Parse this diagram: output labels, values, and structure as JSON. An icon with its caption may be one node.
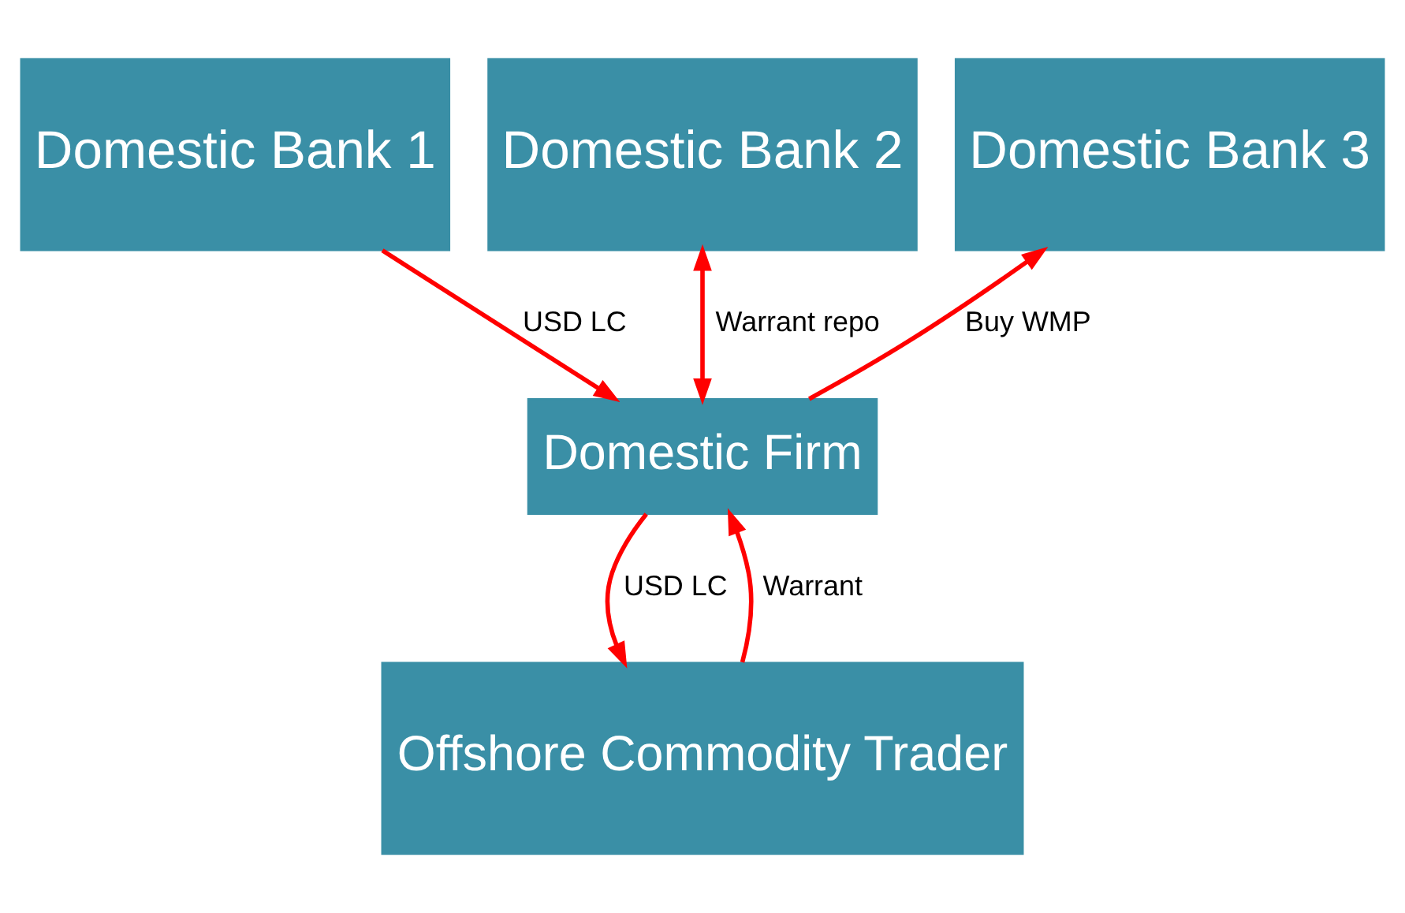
{
  "diagram": {
    "nodes": [
      {
        "text": [
          "Domestic Bank 1"
        ]
      },
      {
        "text": [
          "Domestic Bank 2"
        ]
      },
      {
        "text": [
          "Domestic Bank 3"
        ]
      },
      {
        "text": [
          "Domestic Firm"
        ]
      },
      {
        "text": [
          "Offshore Commodity Trader"
        ]
      }
    ],
    "edges": [
      {
        "from": 0,
        "to": 3,
        "arrow": "to",
        "label": "USD LC"
      },
      {
        "from": 1,
        "to": 3,
        "arrow": "both",
        "label": "Warrant repo"
      },
      {
        "from": 3,
        "to": 2,
        "arrow": "to",
        "label": "Buy WMP"
      },
      {
        "from": 3,
        "to": 4,
        "arrow": "to",
        "label": "USD LC"
      },
      {
        "from": 4,
        "to": 3,
        "arrow": "to",
        "label": "Warrant"
      }
    ]
  }
}
